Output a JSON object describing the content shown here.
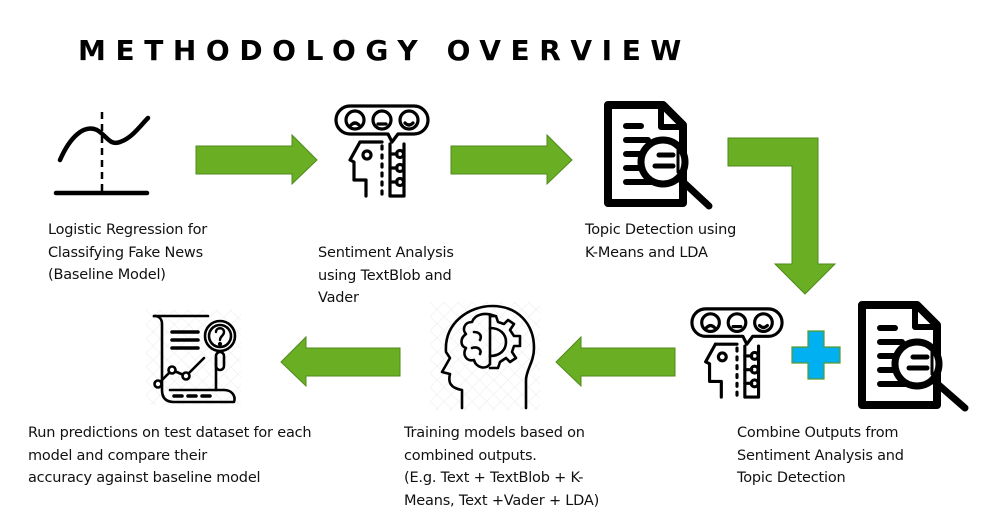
{
  "title": "METHODOLOGY OVERVIEW",
  "colors": {
    "arrow_fill": "#6aaf23",
    "arrow_stroke": "#4e8a1a",
    "plus_fill": "#00b0f0",
    "plus_stroke": "#5a9a2a",
    "icon": "#000000"
  },
  "steps": [
    {
      "icon": "logistic-curve-icon",
      "lines": [
        "Logistic Regression for",
        "Classifying Fake News",
        "(Baseline Model)"
      ]
    },
    {
      "icon": "sentiment-head-icon",
      "lines": [
        "Sentiment Analysis",
        "using TextBlob and",
        "Vader"
      ]
    },
    {
      "icon": "document-search-icon",
      "lines": [
        "Topic Detection using",
        "K-Means and LDA"
      ]
    },
    {
      "icon": "combine-icon",
      "lines": [
        "Combine Outputs from",
        "Sentiment Analysis and",
        "Topic Detection"
      ]
    },
    {
      "icon": "brain-gear-head-icon",
      "lines": [
        "Training models based on",
        "combined outputs.",
        "(E.g. Text + TextBlob + K-",
        "Means, Text +Vader + LDA)"
      ]
    },
    {
      "icon": "report-analysis-icon",
      "lines": [
        "Run predictions on test dataset for each",
        "model and compare their",
        "accuracy against baseline model"
      ]
    }
  ],
  "arrows": [
    {
      "from": "step-1",
      "to": "step-2",
      "direction": "right"
    },
    {
      "from": "step-2",
      "to": "step-3",
      "direction": "right"
    },
    {
      "from": "step-3",
      "to": "step-4",
      "direction": "down"
    },
    {
      "from": "step-4",
      "to": "step-5",
      "direction": "left"
    },
    {
      "from": "step-5",
      "to": "step-6",
      "direction": "left"
    }
  ]
}
